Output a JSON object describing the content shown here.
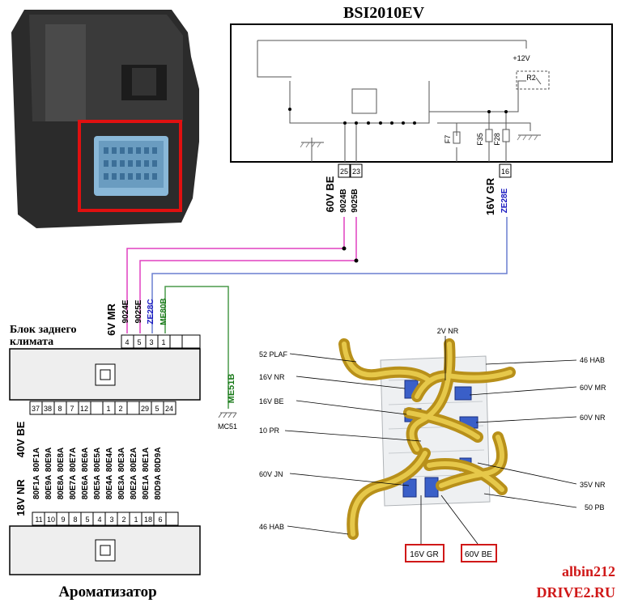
{
  "title": "BSI2010EV",
  "bsi": {
    "supply": "+12V",
    "relay": "R2",
    "fuses": [
      "F7",
      "F35",
      "F28"
    ],
    "harness_left": "60V BE",
    "pins_left": [
      "25",
      "23"
    ],
    "wires_left": [
      "9024B",
      "9025B"
    ],
    "harness_right": "16V GR",
    "pin_right": "16",
    "wire_right": "ZE28E"
  },
  "clim": {
    "title_line1": "Блок заднего",
    "title_line2": "климата",
    "connector": "6V MR",
    "wires": [
      "9024E",
      "9025E",
      "ZE28C",
      "ME80B"
    ],
    "pins": [
      "4",
      "5",
      "3",
      "1"
    ],
    "ground_wire": "ME51B",
    "ground_point": "MC51",
    "bottom_connector": "40V BE",
    "bottom_pins": [
      "37",
      "38",
      "8",
      "7",
      "12",
      "1",
      "2",
      "29",
      "5",
      "24"
    ],
    "bottom_wires": [
      "80F1A",
      "80E9A",
      "80E8A",
      "80E7A",
      "80E6A",
      "80E5A",
      "80E4A",
      "80E3A",
      "80E2A",
      "80E1A",
      "80D9A"
    ]
  },
  "arom": {
    "title": "Ароматизатор",
    "connector": "18V NR",
    "wires": [
      "80F1A",
      "80E9A",
      "80E8A",
      "80E7A",
      "80E6A",
      "80E5A",
      "80E4A",
      "80E3A",
      "80E2A",
      "80E1A",
      "80D9A"
    ],
    "pins": [
      "11",
      "10",
      "9",
      "8",
      "5",
      "4",
      "3",
      "2",
      "1",
      "18",
      "6"
    ]
  },
  "harness": {
    "left_labels": [
      "52 PLAF",
      "16V NR",
      "16V BE",
      "10 PR",
      "60V JN",
      "46 HAB"
    ],
    "right_labels": [
      "2V NR",
      "46 HAB",
      "60V MR",
      "60V NR",
      "35V NR",
      "50 PB"
    ],
    "boxed": [
      "16V GR",
      "60V BE"
    ]
  },
  "watermark": {
    "line1": "albin212",
    "line2": "DRIVE2.RU"
  },
  "colors": {
    "magenta": "#e040c0",
    "blue": "#6a7fd0",
    "green": "#4a9a4a",
    "wire_green": "#1a7a1a",
    "wire_blue": "#1a1ac0",
    "red": "#d01818",
    "gold": "#c9a227"
  }
}
